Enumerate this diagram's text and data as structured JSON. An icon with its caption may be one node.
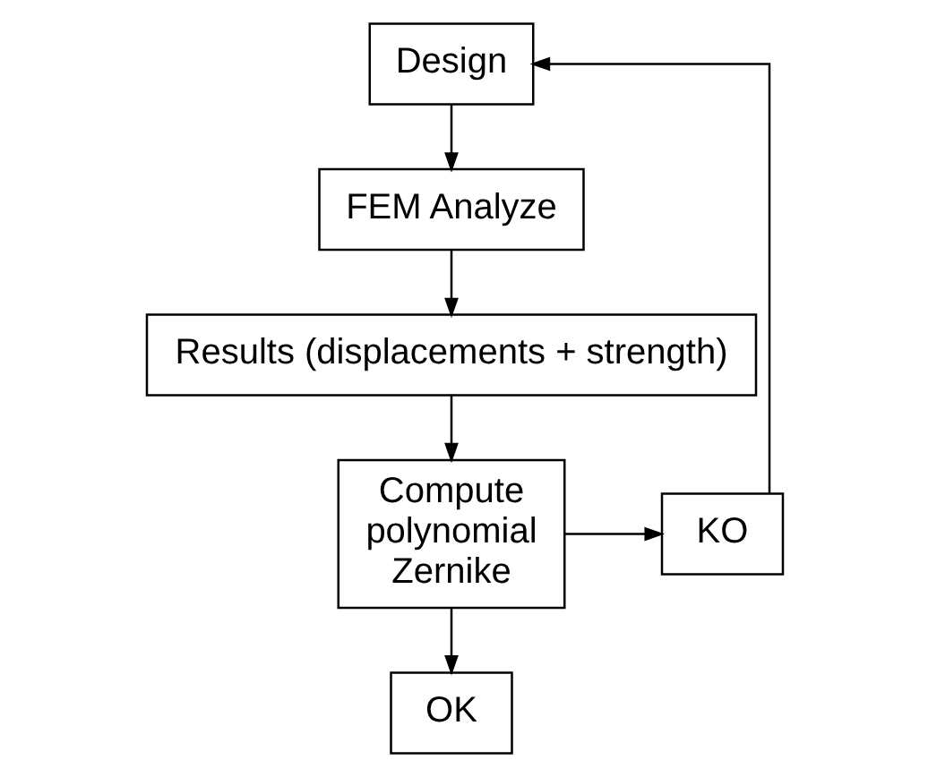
{
  "diagram": {
    "nodes": [
      {
        "text": [
          "Design"
        ]
      },
      {
        "text": [
          "FEM Analyze"
        ]
      },
      {
        "text": [
          "Results (displacements + strength)"
        ]
      },
      {
        "text": [
          "Compute polynomial Zernike"
        ]
      },
      {
        "text": [
          "KO"
        ]
      },
      {
        "text": [
          "OK"
        ]
      }
    ],
    "edges": [
      {
        "from": 0,
        "to": 1,
        "arrow": "to"
      },
      {
        "from": 1,
        "to": 2,
        "arrow": "to"
      },
      {
        "from": 2,
        "to": 3,
        "arrow": "to"
      },
      {
        "from": 3,
        "to": 4,
        "arrow": "to"
      },
      {
        "from": 3,
        "to": 5,
        "arrow": "to"
      },
      {
        "from": 4,
        "to": 0,
        "arrow": "to"
      }
    ]
  }
}
